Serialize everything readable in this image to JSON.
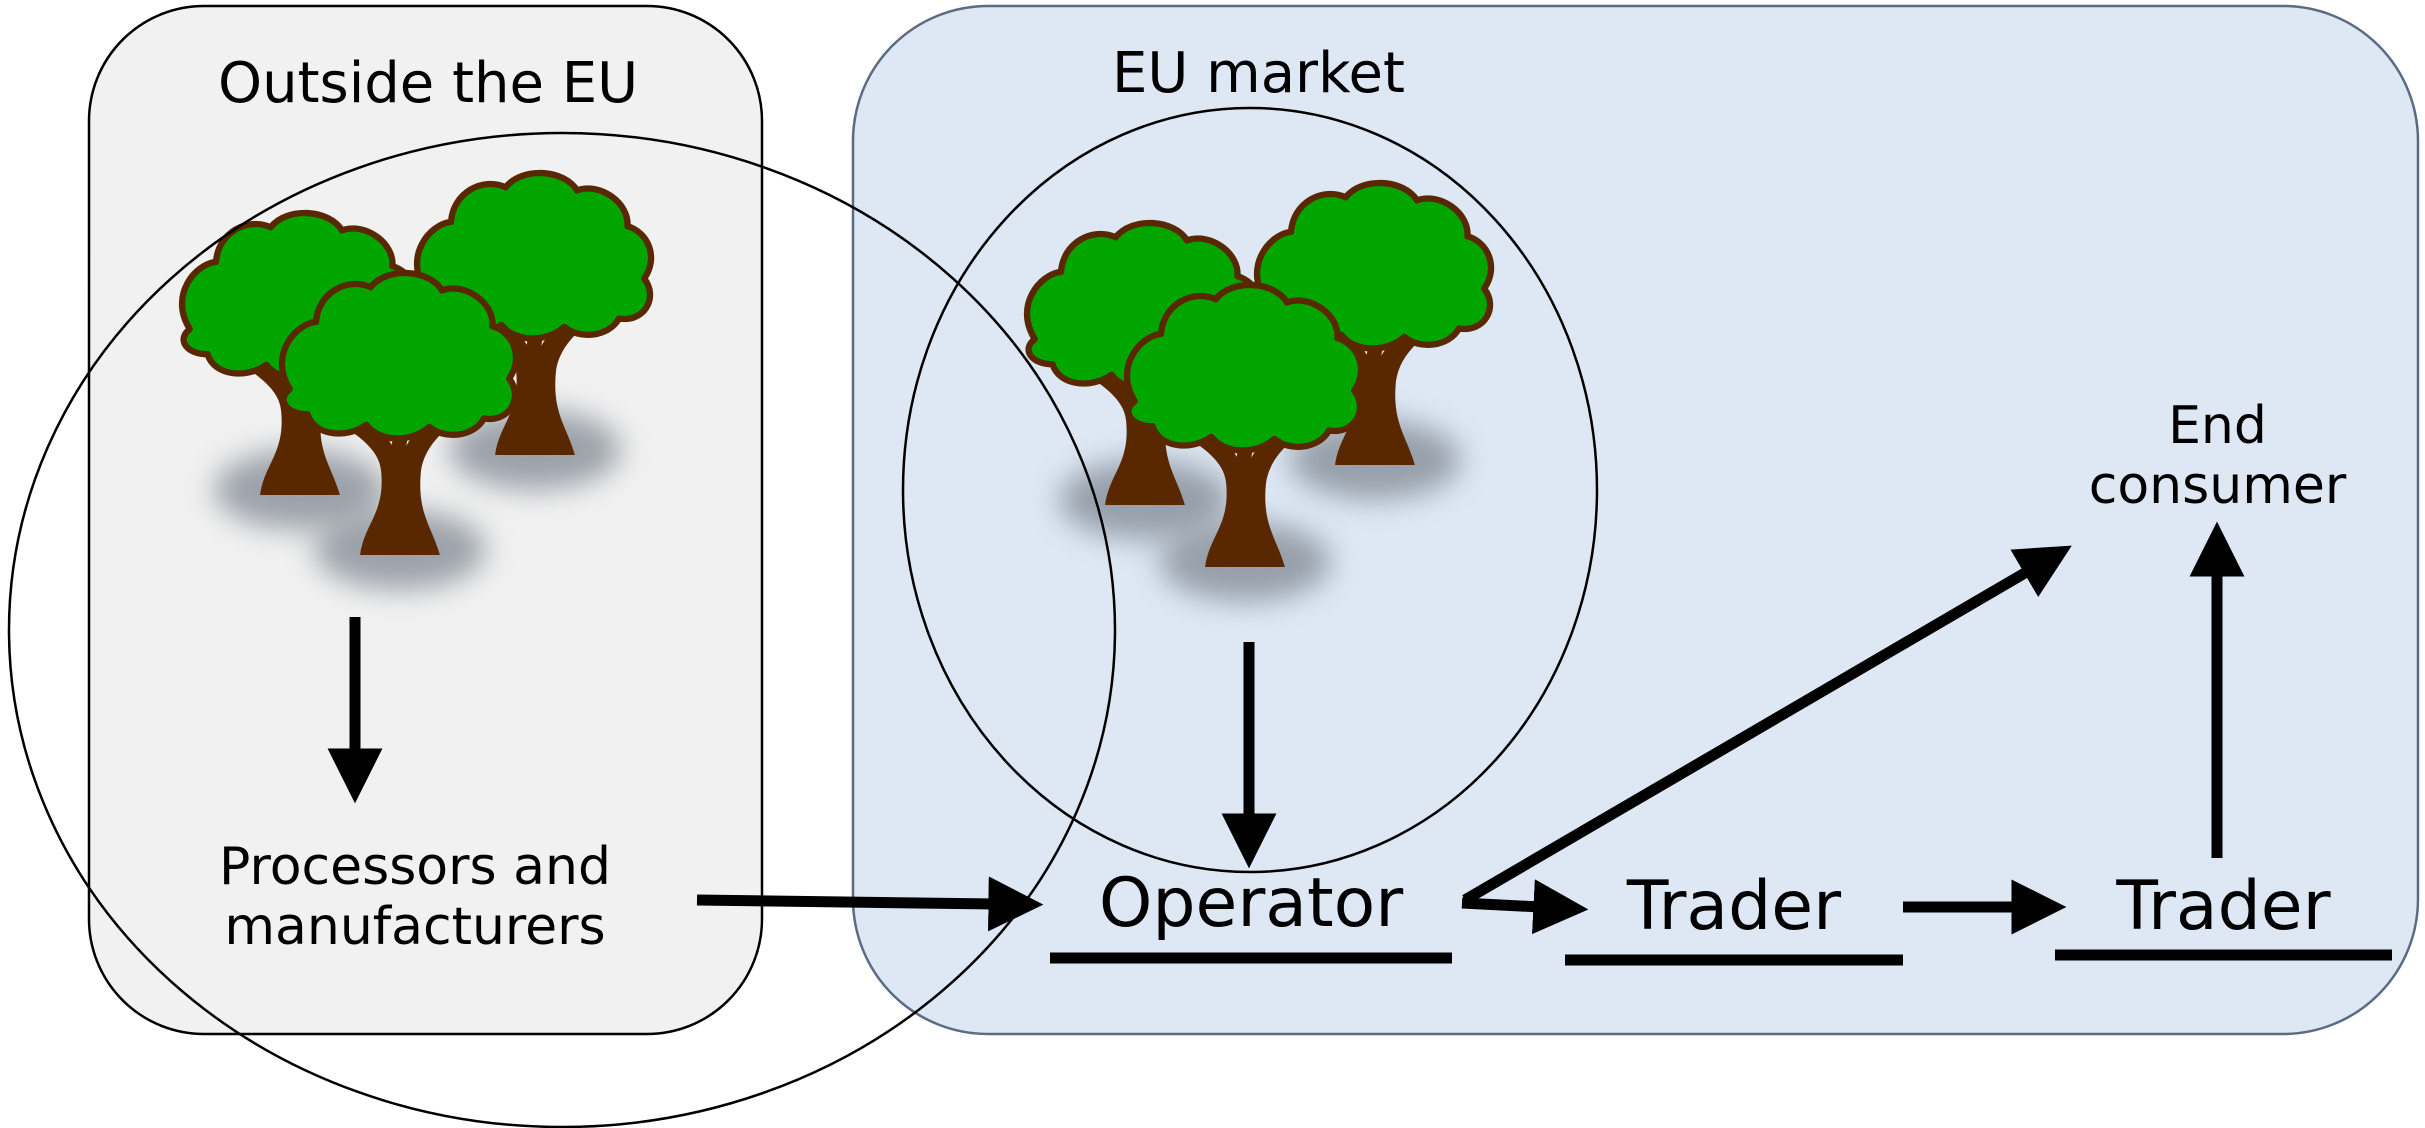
{
  "regions": {
    "outside_eu": {
      "label": "Outside the EU",
      "fill": "#f1f1f1",
      "stroke": "#000000"
    },
    "eu_market": {
      "label": "EU market",
      "fill": "#dde8f4",
      "stroke": "#5b6b83"
    }
  },
  "nodes": {
    "processors": {
      "label_line1": "Processors and",
      "label_line2": "manufacturers"
    },
    "operator": {
      "label": "Operator"
    },
    "trader_1": {
      "label": "Trader"
    },
    "trader_2": {
      "label": "Trader"
    },
    "end_consumer": {
      "label_line1": "End",
      "label_line2": "consumer"
    }
  },
  "icons": {
    "forest_outside": "tree-group-icon",
    "forest_eu": "tree-group-icon"
  },
  "colors": {
    "foliage": "#00a500",
    "trunk": "#5a2800",
    "shadow": "#7f8791",
    "arrow": "#000000"
  }
}
